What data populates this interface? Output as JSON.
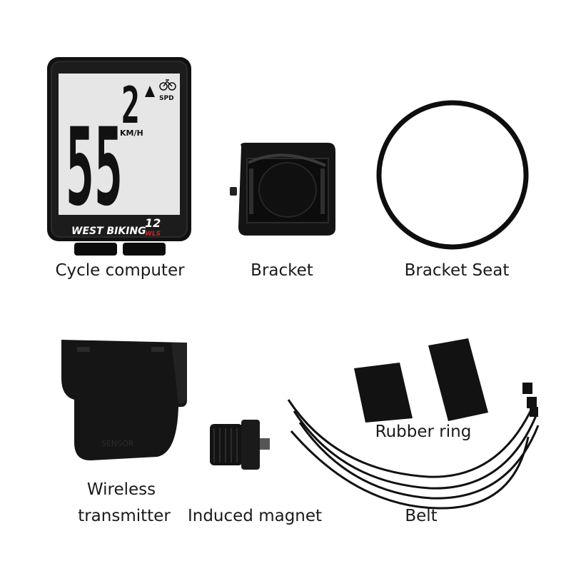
{
  "device": {
    "speed_value": "55",
    "gear_value": "2",
    "mode_label": "SPD",
    "unit_label": "KM/H",
    "brand": "WEST BIKING",
    "model_number": "12",
    "model_suffix": "WLS"
  },
  "transmitter_embossed_text": "SENSOR",
  "labels": {
    "cycle_computer": "Cycle computer",
    "bracket": "Bracket",
    "bracket_seat": "Bracket Seat",
    "wireless": "Wireless",
    "transmitter": "transmitter",
    "induced_magnet": "Induced magnet",
    "rubber_ring": "Rubber ring",
    "belt": "Belt"
  },
  "colors": {
    "device_body": "#111111",
    "lcd_screen": "#e6e6e6",
    "brand_text": "#ffffff",
    "model_accent": "#d0212a",
    "part_black": "#141414"
  }
}
